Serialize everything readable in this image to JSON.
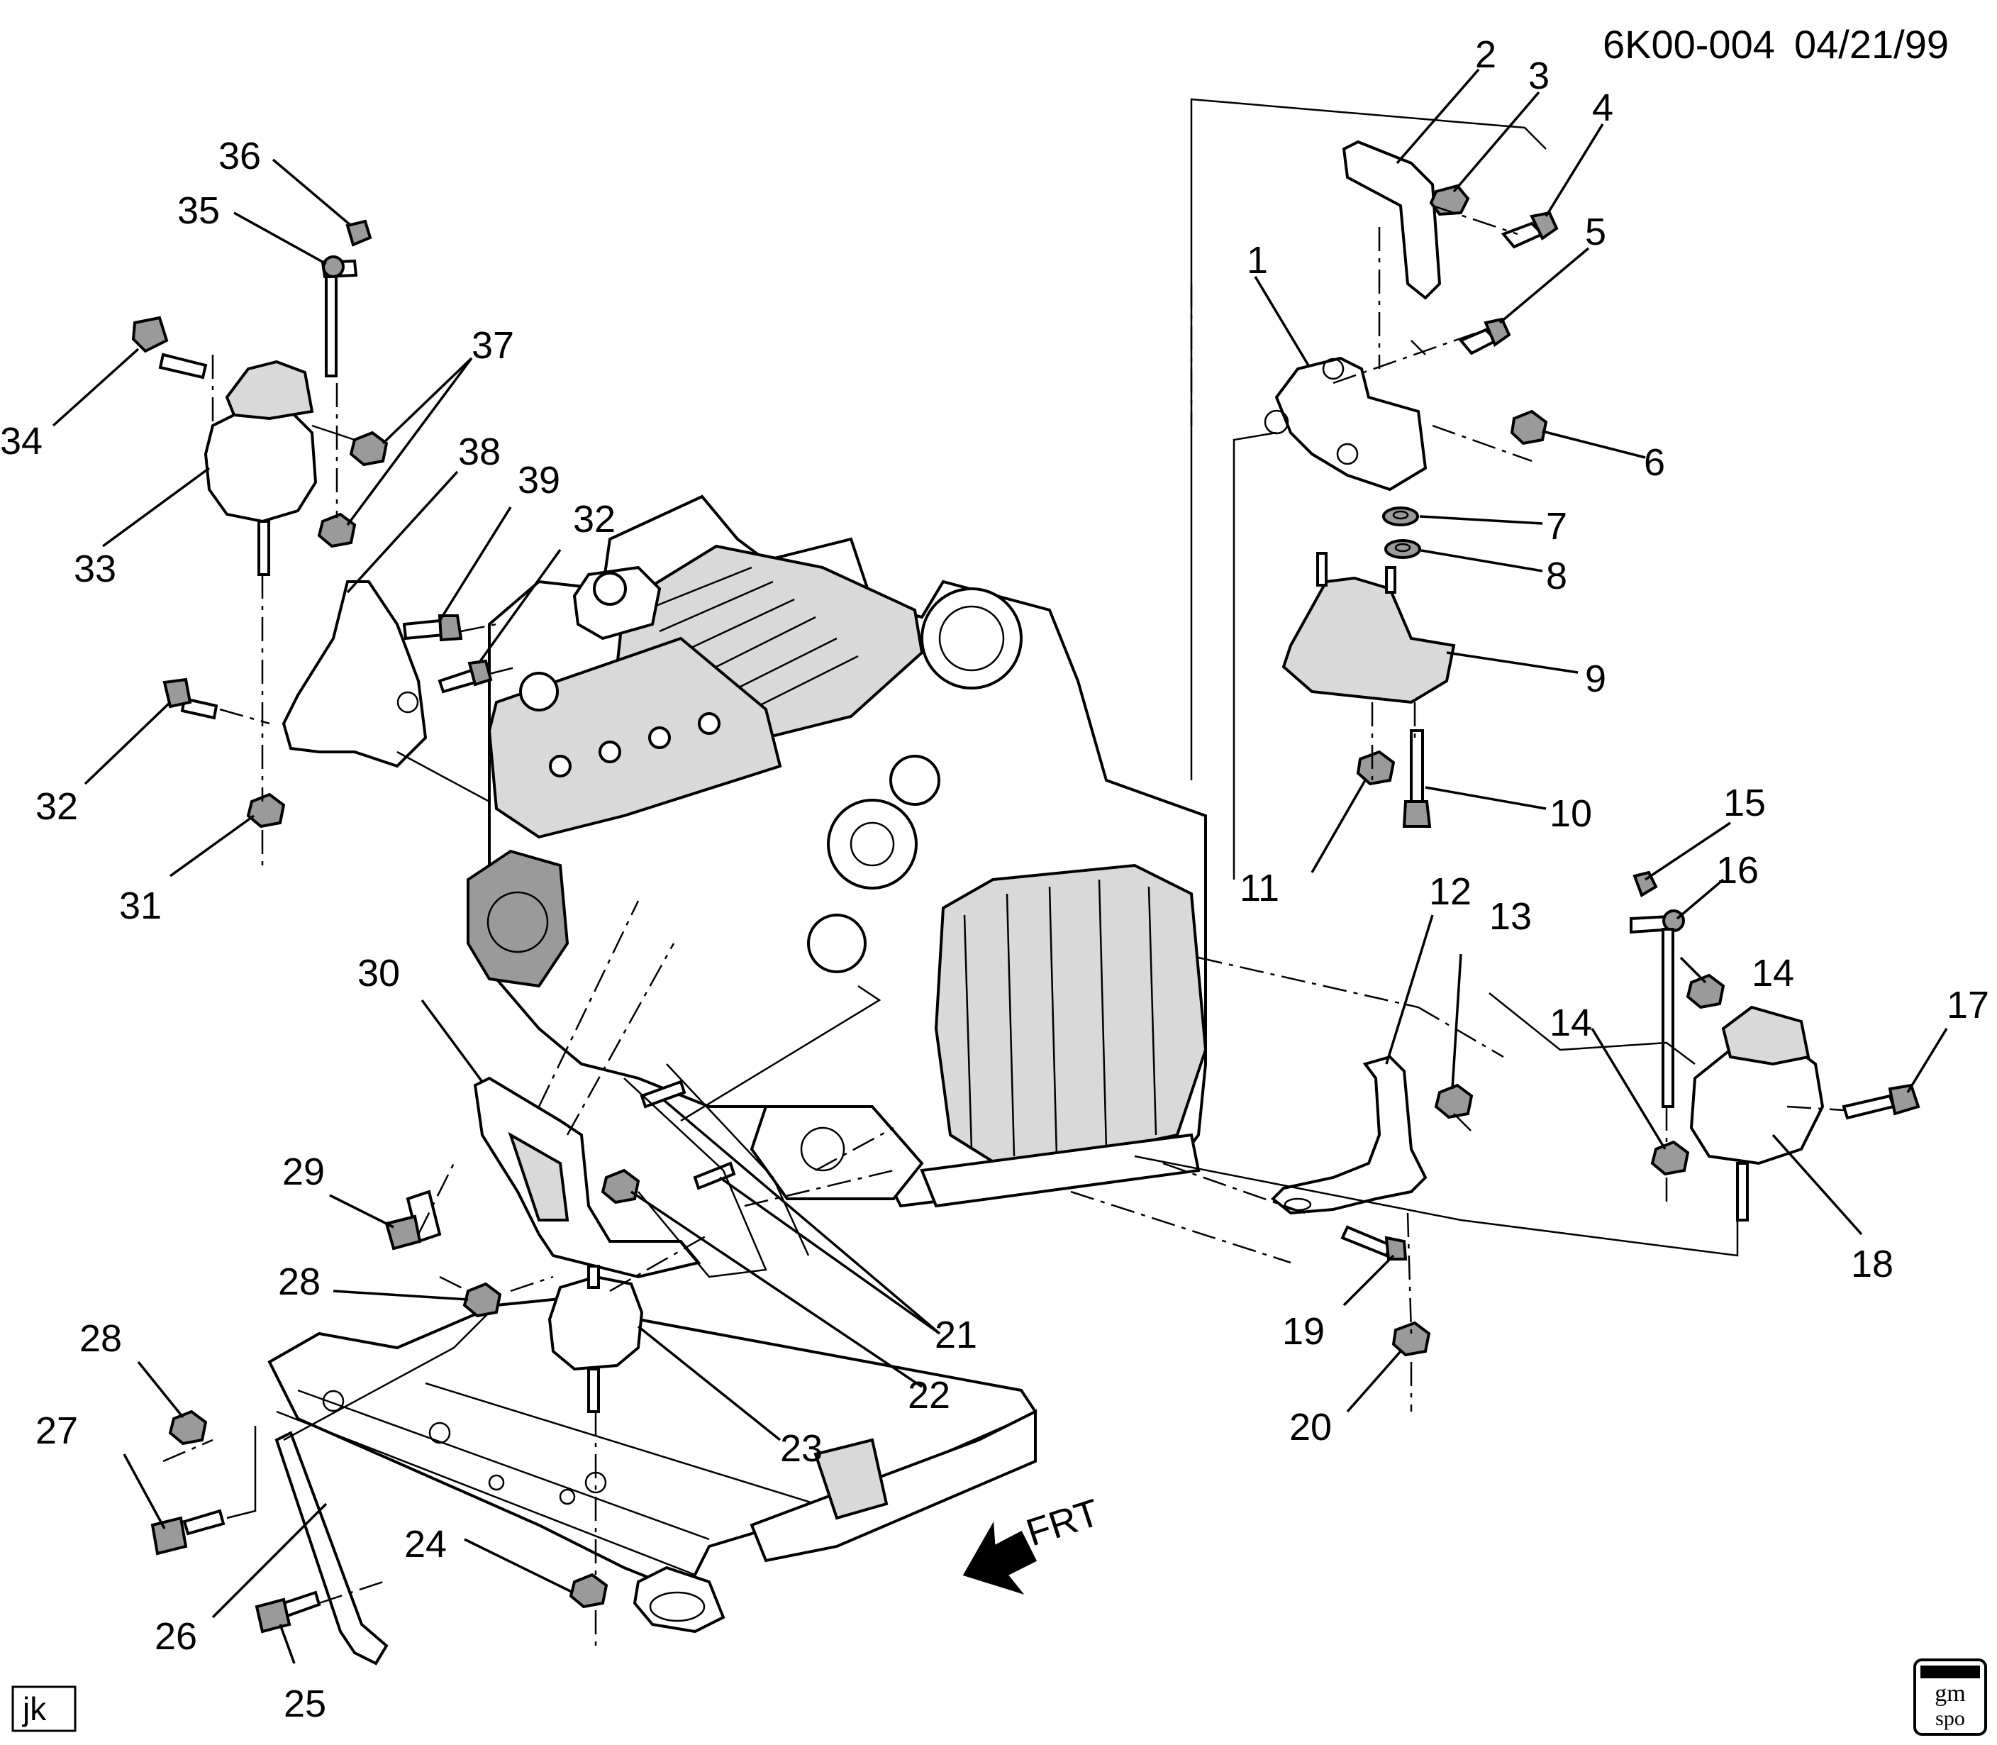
{
  "header": {
    "diagram_code": "6K00-004",
    "date": "04/21/99"
  },
  "front_marker": {
    "label": "FRT",
    "icon": "front-direction-arrow-icon"
  },
  "footer": {
    "initials": "jk",
    "logo_text_top": "gm",
    "logo_text_bottom": "spo"
  },
  "callouts": [
    "1",
    "2",
    "3",
    "4",
    "5",
    "6",
    "7",
    "8",
    "9",
    "10",
    "11",
    "12",
    "13",
    "14",
    "14",
    "15",
    "16",
    "17",
    "18",
    "19",
    "20",
    "21",
    "22",
    "23",
    "24",
    "25",
    "26",
    "27",
    "28",
    "28",
    "29",
    "30",
    "31",
    "32",
    "32",
    "33",
    "34",
    "35",
    "36",
    "37",
    "38",
    "39"
  ]
}
